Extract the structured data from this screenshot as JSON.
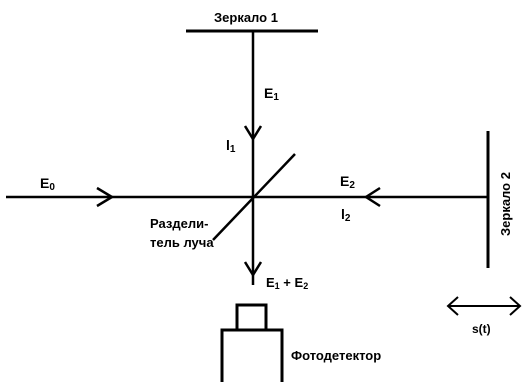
{
  "labels": {
    "mirror1": "Зеркало 1",
    "mirror2": "Зеркало 2",
    "e0": "E",
    "e0_sub": "0",
    "e1": "E",
    "e1_sub": "1",
    "e2": "E",
    "e2_sub": "2",
    "l1": "l",
    "l1_sub": "1",
    "l2": "l",
    "l2_sub": "2",
    "splitter_line1": "Раздели-",
    "splitter_line2": "тель луча",
    "sum_a": "E",
    "sum_a_sub": "1",
    "sum_plus": " + E",
    "sum_b_sub": "2",
    "detector": "Фотодетектор",
    "displacement": "s(t)"
  },
  "colors": {
    "ink": "#000000",
    "background": "#ffffff"
  }
}
